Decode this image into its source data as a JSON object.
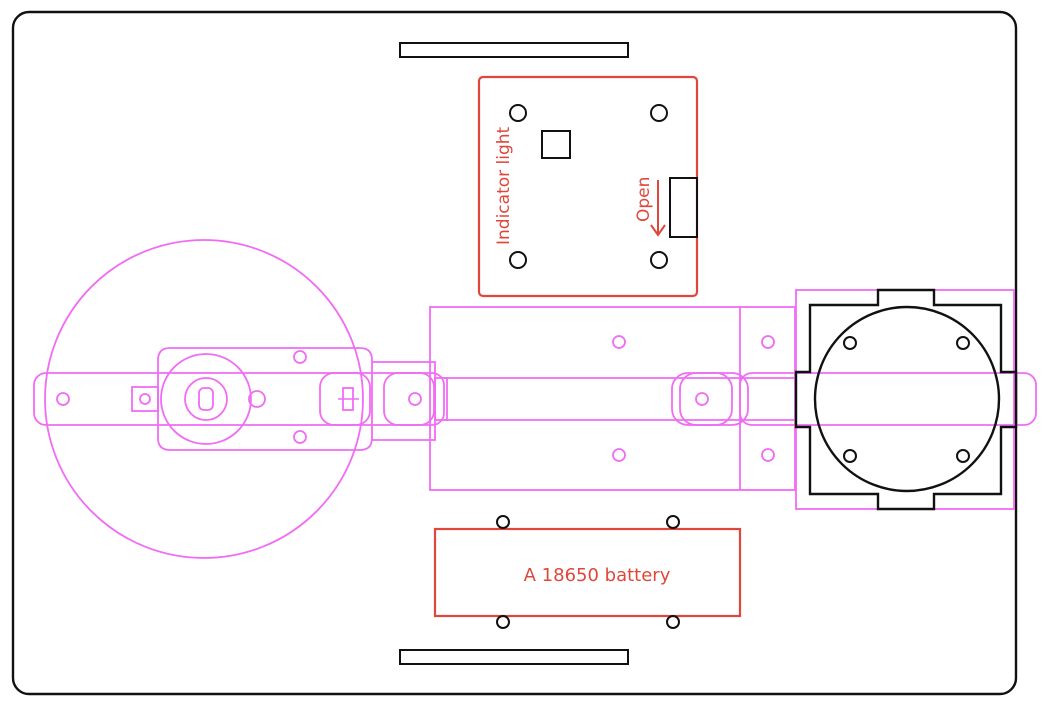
{
  "labels": {
    "indicator_light": "Indicator light",
    "open": "Open",
    "battery": "A 18650 battery"
  },
  "colors": {
    "outline": "#111111",
    "annotation": "#e0473a",
    "servo_arm": "#f06cf5",
    "background": "#ffffff"
  }
}
